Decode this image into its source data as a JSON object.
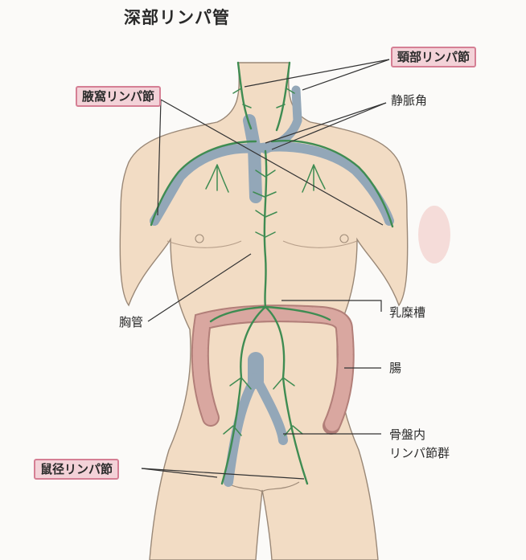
{
  "title": "深部リンパ管",
  "labels": {
    "neck_nodes": "頸部リンパ節",
    "axillary_nodes": "腋窩リンパ節",
    "venous_angle": "静脈角",
    "thoracic_duct": "胸管",
    "cisterna_chyli": "乳糜槽",
    "intestine": "腸",
    "pelvic_nodes_line1": "骨盤内",
    "pelvic_nodes_line2": "リンパ節群",
    "inguinal_nodes": "鼠径リンパ節"
  },
  "colors": {
    "skin": "#f2dcc4",
    "skin_outline": "#9a8877",
    "lymph": "#3f8c52",
    "vein": "#93a7b8",
    "colon": "#d9a7a0",
    "tag_fill": "#f3d2d8",
    "tag_border": "#d57f94"
  }
}
